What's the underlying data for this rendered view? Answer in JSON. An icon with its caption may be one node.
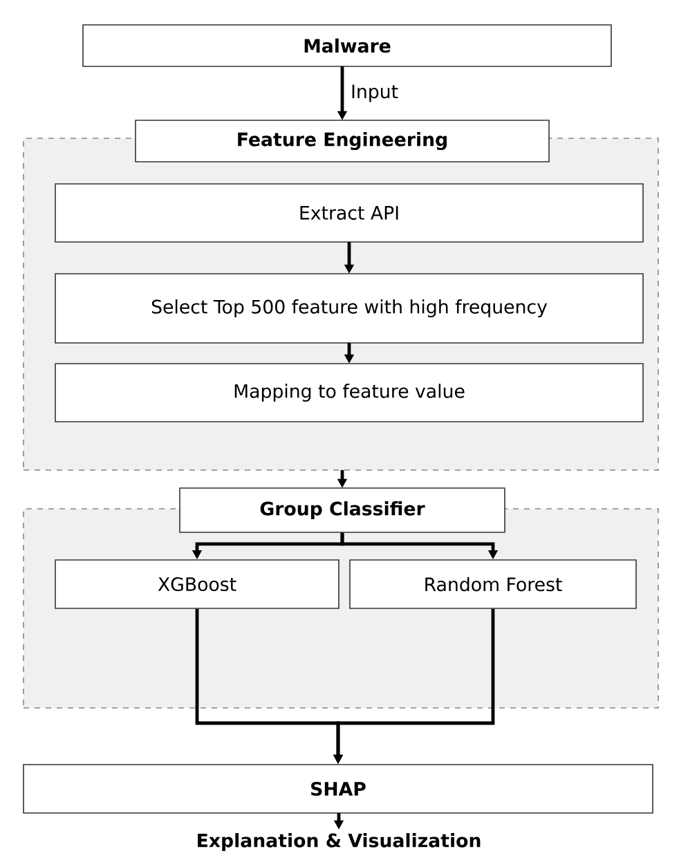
{
  "diagram": {
    "nodes": [
      {
        "text": [
          "Malware"
        ]
      },
      {
        "text": [],
        "shape": "box"
      },
      {
        "text": [
          "Feature Engineering"
        ]
      },
      {
        "text": [
          "Extract API"
        ],
        "in": 1
      },
      {
        "text": [
          "Select Top 500 feature with high frequency"
        ],
        "in": 1
      },
      {
        "text": [
          "Mapping to feature value"
        ],
        "in": 1
      },
      {
        "text": [],
        "shape": "box"
      },
      {
        "text": [
          "Group Classifier"
        ]
      },
      {
        "text": [
          "XGBoost"
        ],
        "in": 6
      },
      {
        "text": [
          "Random Forest"
        ],
        "in": 6
      },
      {
        "text": [
          "SHAP"
        ]
      },
      {
        "text": [
          "Explanation & Visualization"
        ]
      }
    ],
    "edges": [
      {
        "from": 0,
        "to": 2,
        "arrow": "to",
        "label": "Input"
      },
      {
        "from": 3,
        "to": 4,
        "arrow": "to"
      },
      {
        "from": 4,
        "to": 5,
        "arrow": "to"
      },
      {
        "from": 1,
        "to": 7,
        "arrow": "to"
      },
      {
        "from": 7,
        "to": 8,
        "arrow": "to"
      },
      {
        "from": 7,
        "to": 9,
        "arrow": "to"
      },
      {
        "from": 8,
        "to": 10,
        "arrow": "to"
      },
      {
        "from": 9,
        "to": 10,
        "arrow": "to"
      },
      {
        "from": 10,
        "to": 11,
        "arrow": "to"
      }
    ]
  }
}
